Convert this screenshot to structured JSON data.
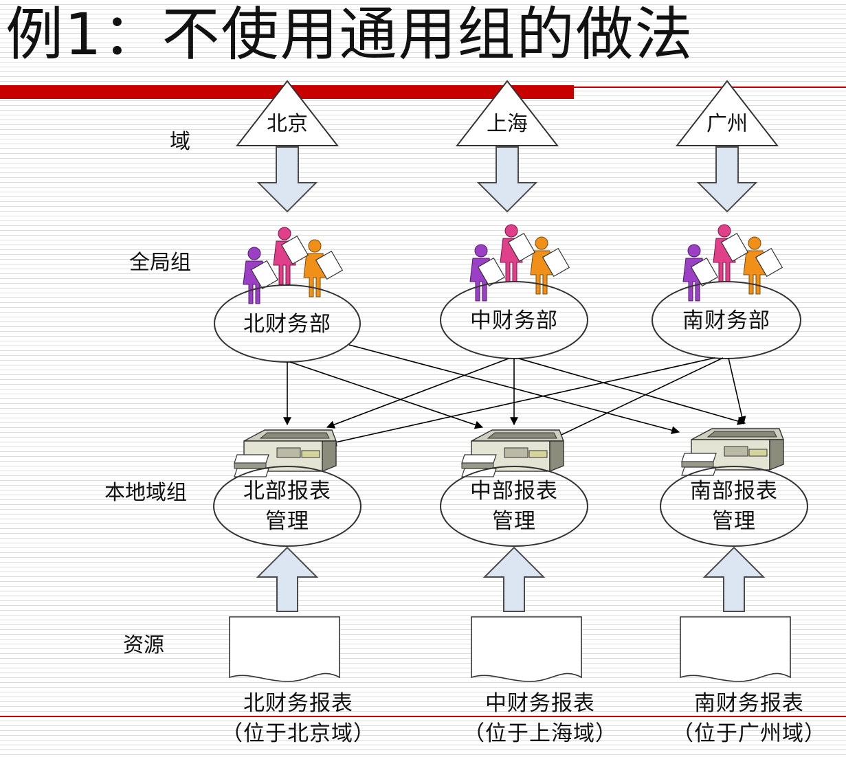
{
  "title": "例1：不使用通用组的做法",
  "levels": {
    "domain": "域",
    "global_group": "全局组",
    "local_group": "本地域组",
    "resource": "资源"
  },
  "domains": [
    "北京",
    "上海",
    "广州"
  ],
  "global_groups": [
    "北财务部",
    "中财务部",
    "南财务部"
  ],
  "local_groups": [
    {
      "line1": "北部报表",
      "line2": "管理"
    },
    {
      "line1": "中部报表",
      "line2": "管理"
    },
    {
      "line1": "南部报表",
      "line2": "管理"
    }
  ],
  "resources": [
    {
      "name": "北财务报表",
      "location": "（位于北京域）"
    },
    {
      "name": "中财务报表",
      "location": "（位于上海域）"
    },
    {
      "name": "南财务报表",
      "location": "（位于广州域）"
    }
  ],
  "colors": {
    "accent_red": "#c80000",
    "arrow_fill": "#dce6f2",
    "arrow_stroke": "#4a4a4a",
    "person_purple": "#9b3fc4",
    "person_pink": "#e0408a",
    "person_orange": "#f09018"
  },
  "icons": [
    "people-group-icon",
    "printer-icon",
    "document-icon"
  ]
}
